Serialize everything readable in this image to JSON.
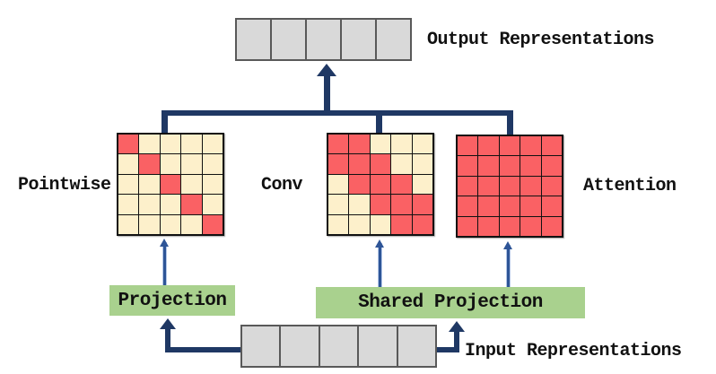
{
  "colors": {
    "red": "#fa6164",
    "cream": "#fdf0cb",
    "green": "#a9d18e",
    "gray_cell": "#d9d9d9",
    "gray_border": "#595959",
    "navy_connector": "#1f3864",
    "thin_arrow_blue": "#2e5597"
  },
  "output_row": {
    "label": "Output Representations",
    "cells": 5
  },
  "input_row": {
    "label": "Input Representations",
    "cells": 5
  },
  "matrices": [
    {
      "id": "pointwise",
      "label": "Pointwise",
      "pattern": [
        [
          1,
          0,
          0,
          0,
          0
        ],
        [
          0,
          1,
          0,
          0,
          0
        ],
        [
          0,
          0,
          1,
          0,
          0
        ],
        [
          0,
          0,
          0,
          1,
          0
        ],
        [
          0,
          0,
          0,
          0,
          1
        ]
      ]
    },
    {
      "id": "conv",
      "label": "Conv",
      "pattern": [
        [
          1,
          1,
          0,
          0,
          0
        ],
        [
          1,
          1,
          1,
          0,
          0
        ],
        [
          0,
          1,
          1,
          1,
          0
        ],
        [
          0,
          0,
          1,
          1,
          1
        ],
        [
          0,
          0,
          0,
          1,
          1
        ]
      ]
    },
    {
      "id": "attention",
      "label": "Attention",
      "pattern": [
        [
          1,
          1,
          1,
          1,
          1
        ],
        [
          1,
          1,
          1,
          1,
          1
        ],
        [
          1,
          1,
          1,
          1,
          1
        ],
        [
          1,
          1,
          1,
          1,
          1
        ],
        [
          1,
          1,
          1,
          1,
          1
        ]
      ]
    }
  ],
  "projection_box": {
    "label": "Projection"
  },
  "shared_projection_box": {
    "label": "Shared Projection"
  }
}
